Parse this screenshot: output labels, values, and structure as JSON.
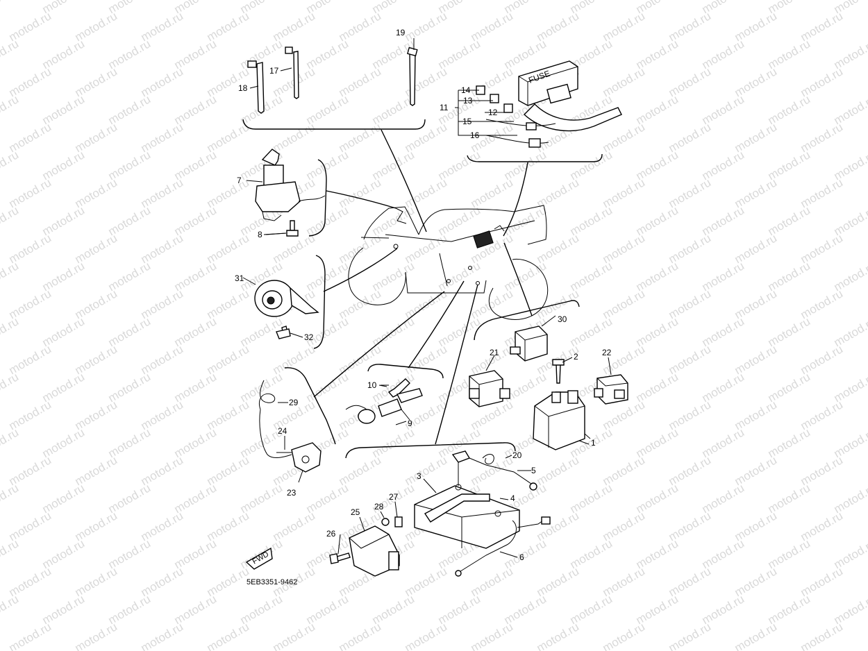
{
  "watermark": "motod.ru",
  "diagram_code": "5EB3351-9462",
  "fuse_text": "FUSE",
  "fwd_text": "FWD",
  "callouts": [
    {
      "id": "c1",
      "text": "1"
    },
    {
      "id": "c2",
      "text": "2"
    },
    {
      "id": "c3",
      "text": "3"
    },
    {
      "id": "c4",
      "text": "4"
    },
    {
      "id": "c5",
      "text": "5"
    },
    {
      "id": "c6",
      "text": "6"
    },
    {
      "id": "c7",
      "text": "7"
    },
    {
      "id": "c8",
      "text": "8"
    },
    {
      "id": "c9",
      "text": "9"
    },
    {
      "id": "c10",
      "text": "10"
    },
    {
      "id": "c11",
      "text": "11"
    },
    {
      "id": "c12",
      "text": "12"
    },
    {
      "id": "c13",
      "text": "13"
    },
    {
      "id": "c14",
      "text": "14"
    },
    {
      "id": "c15",
      "text": "15"
    },
    {
      "id": "c16",
      "text": "16"
    },
    {
      "id": "c17",
      "text": "17"
    },
    {
      "id": "c18",
      "text": "18"
    },
    {
      "id": "c19",
      "text": "19"
    },
    {
      "id": "c20",
      "text": "20"
    },
    {
      "id": "c21",
      "text": "21"
    },
    {
      "id": "c22",
      "text": "22"
    },
    {
      "id": "c23",
      "text": "23"
    },
    {
      "id": "c24",
      "text": "24"
    },
    {
      "id": "c25",
      "text": "25"
    },
    {
      "id": "c26",
      "text": "26"
    },
    {
      "id": "c27",
      "text": "27"
    },
    {
      "id": "c28",
      "text": "28"
    },
    {
      "id": "c29",
      "text": "29"
    },
    {
      "id": "c30",
      "text": "30"
    },
    {
      "id": "c31",
      "text": "31"
    },
    {
      "id": "c32",
      "text": "32"
    }
  ]
}
